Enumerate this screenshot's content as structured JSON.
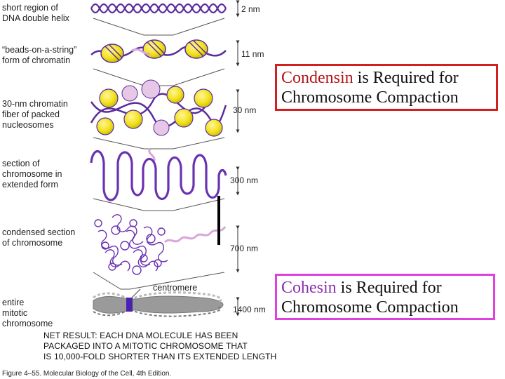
{
  "stages": [
    {
      "label": [
        "short region of",
        "DNA double helix"
      ],
      "size": "2 nm"
    },
    {
      "label": [
        "“beads-on-a-string”",
        "form of chromatin"
      ],
      "size": "11 nm"
    },
    {
      "label": [
        "30-nm chromatin",
        "fiber of packed",
        "nucleosomes"
      ],
      "size": "30 nm"
    },
    {
      "label": [
        "section of",
        "chromosome in",
        "extended form"
      ],
      "size": "300 nm"
    },
    {
      "label": [
        "condensed section",
        "of chromosome"
      ],
      "size": "700 nm"
    },
    {
      "label": [
        "entire",
        "mitotic",
        "chromosome"
      ],
      "size": "1400 nm"
    }
  ],
  "centromere_label": "centromere",
  "net_result": [
    "NET RESULT: EACH DNA MOLECULE HAS BEEN",
    "PACKAGED INTO A MITOTIC CHROMOSOME THAT",
    "IS 10,000-FOLD SHORTER THAN ITS EXTENDED LENGTH"
  ],
  "caption": "Figure 4–55. Molecular Biology of the Cell, 4th Edition.",
  "callouts": {
    "condensin": {
      "keyword": "Condensin",
      "line1_rest": " is Required for",
      "line2": "Chromosome Compaction"
    },
    "cohesin": {
      "keyword": "Cohesin",
      "line1_rest": " is Required for",
      "line2": "Chromosome Compaction"
    }
  },
  "colors": {
    "dna": "#5a2d9c",
    "nucleosome": "#f2e21c",
    "nucleosome_pale": "#e6c8e6",
    "chromosome": "#9a9a9a",
    "centromere": "#4a22b0",
    "condensin_border": "#d21f1f",
    "cohesin_border": "#e040e0"
  }
}
